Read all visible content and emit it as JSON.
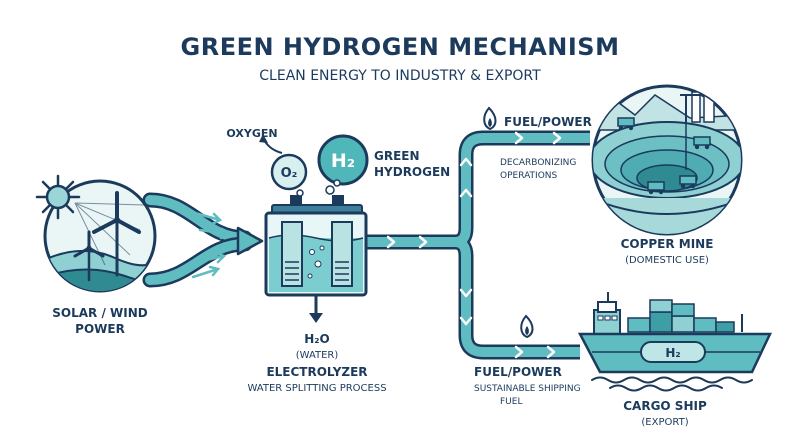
{
  "header": {
    "title": "GREEN HYDROGEN MECHANISM",
    "subtitle": "CLEAN ENERGY TO INDUSTRY & EXPORT"
  },
  "source": {
    "label_line1": "SOLAR / WIND",
    "label_line2": "POWER"
  },
  "electrolyzer": {
    "title": "ELECTROLYZER",
    "subtitle": "WATER SPLITTING PROCESS",
    "input_formula": "H₂O",
    "input_caption": "(WATER)"
  },
  "gases": {
    "oxygen_label": "OXYGEN",
    "oxygen_formula": "O₂",
    "hydrogen_formula": "H₂",
    "hydrogen_label_line1": "GREEN",
    "hydrogen_label_line2": "HYDROGEN"
  },
  "branch_mine": {
    "fuel_label": "FUEL/POWER",
    "caption_line1": "DECARBONIZING",
    "caption_line2": "OPERATIONS",
    "destination": "COPPER MINE",
    "destination_caption": "(DOMESTIC USE)"
  },
  "branch_ship": {
    "fuel_label": "FUEL/POWER",
    "caption_line1": "SUSTAINABLE SHIPPING",
    "caption_line2": "FUEL",
    "destination": "CARGO SHIP",
    "destination_caption": "(EXPORT)",
    "tank_label": "H₂"
  },
  "colors": {
    "navy": "#1b3a5c",
    "teal": "#5fbcc0",
    "teal_dark": "#2f8a92",
    "teal_light": "#bfe6e6",
    "flame": "#1b3a5c"
  }
}
